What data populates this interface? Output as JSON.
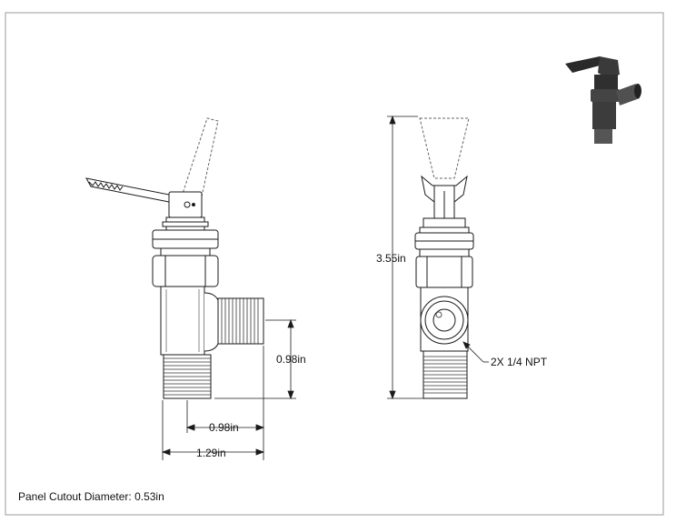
{
  "dimensions": {
    "height_overall": "3.55in",
    "port_height": "0.98in",
    "port_offset": "0.98in",
    "overall_width": "1.29in",
    "thread_note": "2X 1/4 NPT"
  },
  "notes": {
    "panel_cutout": "Panel Cutout Diameter: 0.53in"
  }
}
